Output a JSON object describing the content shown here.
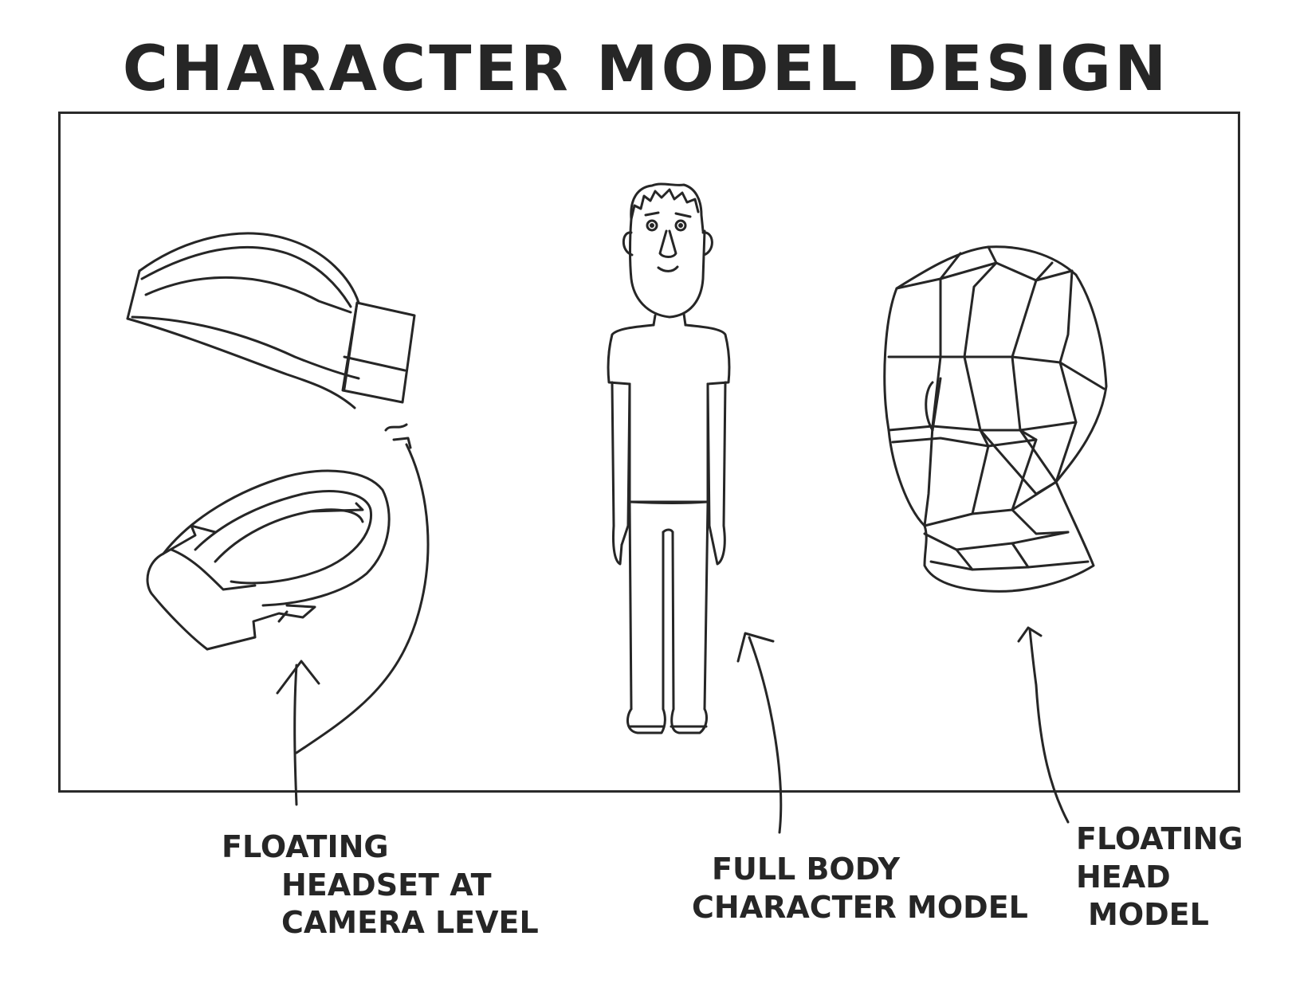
{
  "title": "CHARACTER MODEL DESIGN",
  "labels": {
    "headset": [
      "FLOATING",
      "HEADSET AT",
      "CAMERA LEVEL"
    ],
    "body": [
      "FULL BODY",
      "CHARACTER MODEL"
    ],
    "head": [
      "FLOATING",
      "HEAD",
      "MODEL"
    ]
  },
  "colors": {
    "ink": "#262626",
    "paper": "#ffffff"
  }
}
